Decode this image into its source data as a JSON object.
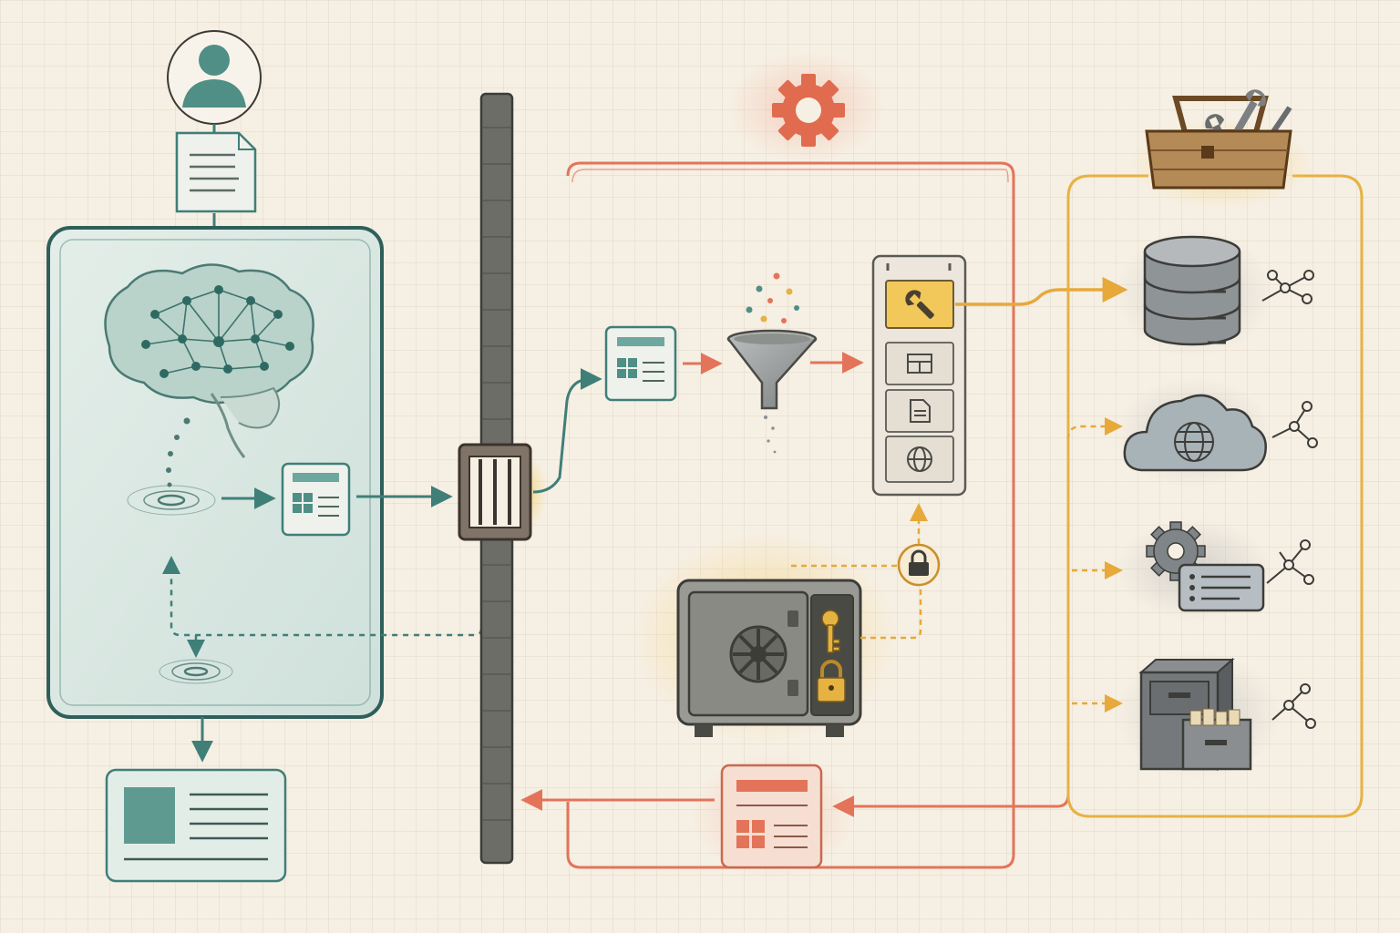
{
  "colors": {
    "background": "#f6efe3",
    "teal": "#3f7f78",
    "teal_fill": "#dde9e3",
    "coral": "#e3745a",
    "coral_fill": "#f6ded2",
    "amber": "#e6b242",
    "stone": "#5f5f5a",
    "steel": "#8a8f93"
  },
  "nodes": {
    "user": {
      "icon": "user-icon"
    },
    "prompt_document": {
      "icon": "document-icon"
    },
    "agent_panel": {
      "icon": "brain-network-icon"
    },
    "agent_request_card": {
      "icon": "form-card-icon"
    },
    "output_card": {
      "icon": "form-card-icon"
    },
    "firewall_wall": {
      "icon": "stone-wall-icon"
    },
    "gateway_gate": {
      "icon": "gate-icon"
    },
    "processor_gear": {
      "icon": "gear-icon"
    },
    "incoming_request_card": {
      "icon": "form-card-icon"
    },
    "filter_funnel": {
      "icon": "funnel-icon"
    },
    "tool_menu": {
      "items": [
        "wrench-icon",
        "table-icon",
        "document-icon",
        "globe-icon"
      ],
      "selected": "wrench-icon"
    },
    "credential_vault": {
      "icon": "safe-icon"
    },
    "vault_key": {
      "icon": "key-icon"
    },
    "vault_padlock": {
      "icon": "padlock-icon"
    },
    "access_lock": {
      "icon": "padlock-icon"
    },
    "response_card": {
      "icon": "form-card-icon"
    },
    "toolbox": {
      "icon": "toolbox-icon"
    },
    "tools": [
      {
        "icon": "database-icon",
        "link": "network-nodes-icon",
        "connection": "solid"
      },
      {
        "icon": "cloud-globe-icon",
        "link": "network-nodes-icon",
        "connection": "dashed"
      },
      {
        "icon": "gear-list-icon",
        "link": "network-nodes-icon",
        "connection": "dashed"
      },
      {
        "icon": "file-cabinet-icon",
        "link": "network-nodes-icon",
        "connection": "dashed"
      }
    ]
  }
}
